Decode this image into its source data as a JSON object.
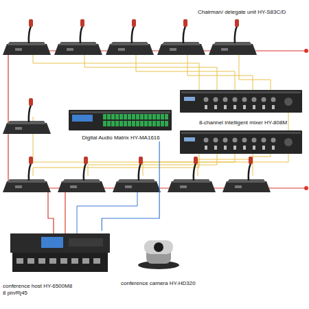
{
  "diagram": {
    "nodes": [
      {
        "text": [
          "8-channel intelligent mixer HY-808M"
        ]
      },
      {
        "text": [
          "Digital Audio Matrix HY-MA1616"
        ]
      },
      {
        "text": [
          "conference host HY-6500M8",
          "8 pin/Rj45"
        ]
      },
      {
        "text": [
          "conference camera HY-HD320"
        ]
      }
    ],
    "edges": [
      {
        "from": 1,
        "to": 2,
        "arrow": "none"
      }
    ],
    "labels": [
      "Chairman/ delegate unit HY-S83C/D"
    ]
  }
}
